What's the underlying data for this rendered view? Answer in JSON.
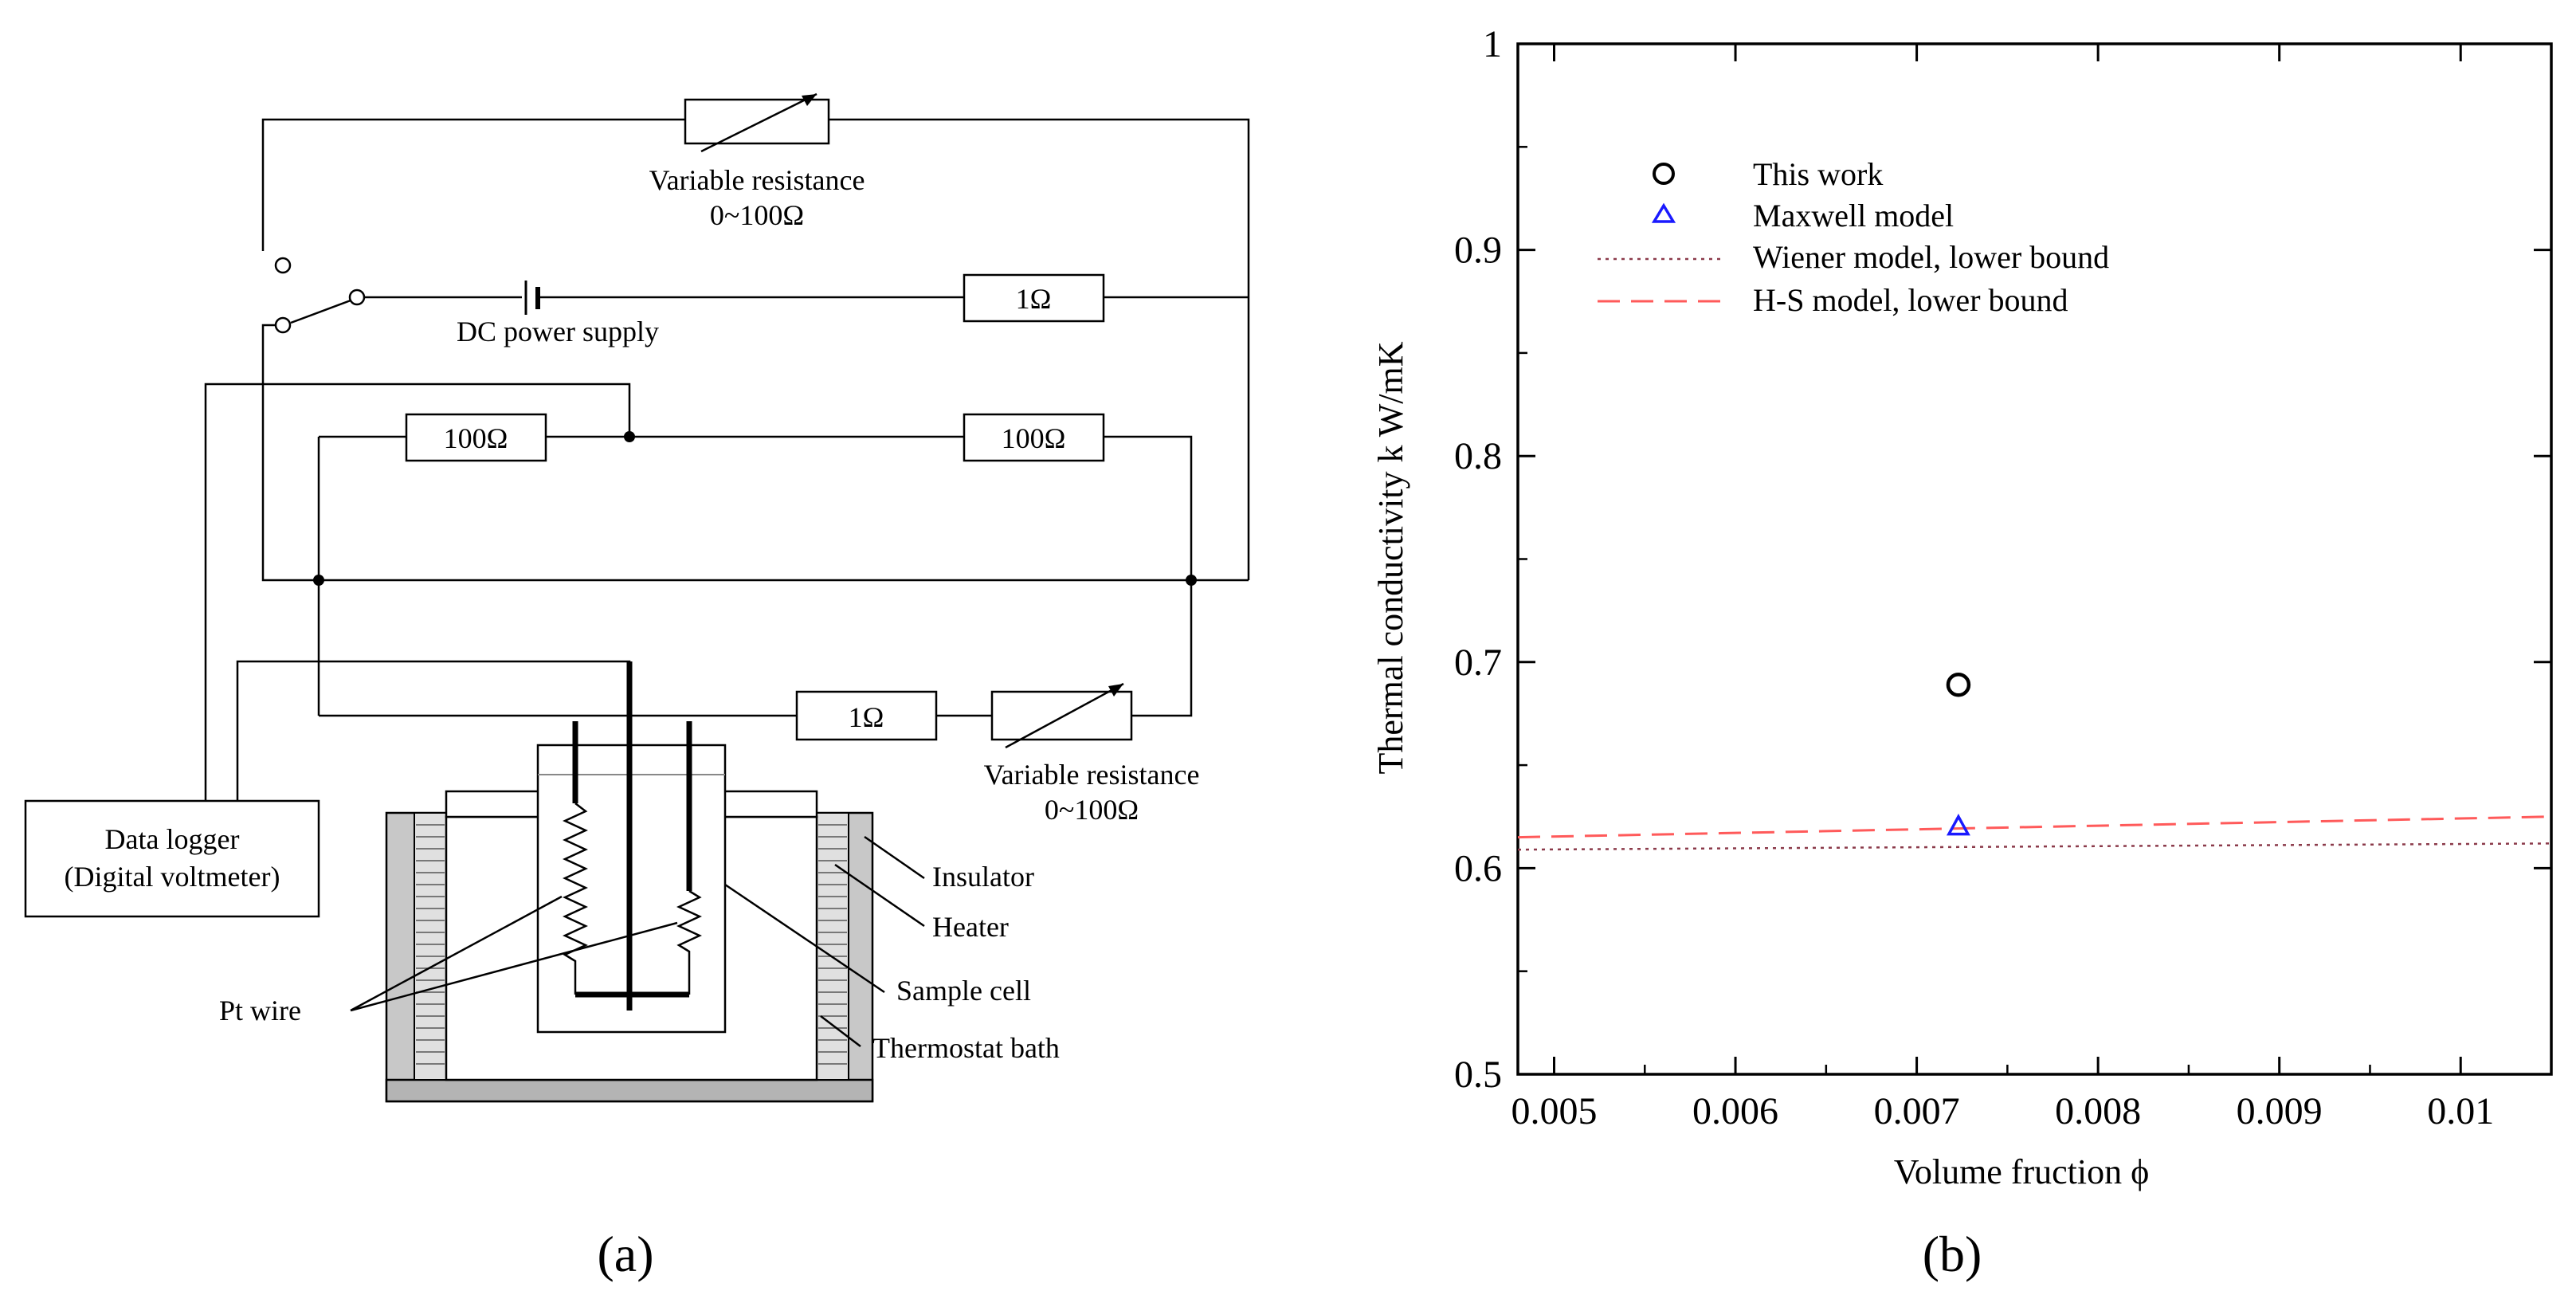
{
  "panels": {
    "a": "(a)",
    "b": "(b)"
  },
  "schematic": {
    "variable_resistance_top": "Variable resistance",
    "variable_resistance_top_range": "0~100Ω",
    "dc_power_supply": "DC power supply",
    "resistor_1ohm_top": "1Ω",
    "resistor_100ohm_left": "100Ω",
    "resistor_100ohm_right": "100Ω",
    "resistor_1ohm_bottom": "1Ω",
    "variable_resistance_bottom": "Variable resistance",
    "variable_resistance_bottom_range": "0~100Ω",
    "data_logger_line1": "Data logger",
    "data_logger_line2": "(Digital voltmeter)",
    "insulator": "Insulator",
    "heater": "Heater",
    "sample_cell": "Sample cell",
    "thermostat_bath": "Thermostat bath",
    "pt_wire": "Pt wire"
  },
  "chart_data": {
    "type": "scatter",
    "xlabel": "Volume fruction ϕ",
    "ylabel": "Thermal conductivity k W/mK",
    "xlim": [
      0.0048,
      0.0105
    ],
    "ylim": [
      0.5,
      1.0
    ],
    "x_ticks": [
      "0.005",
      "0.006",
      "0.007",
      "0.008",
      "0.009",
      "0.01"
    ],
    "x_tick_values": [
      0.005,
      0.006,
      0.007,
      0.008,
      0.009,
      0.01
    ],
    "y_ticks": [
      "0.5",
      "0.6",
      "0.7",
      "0.8",
      "0.9",
      "1"
    ],
    "y_tick_values": [
      0.5,
      0.6,
      0.7,
      0.8,
      0.9,
      1.0
    ],
    "grid": false,
    "legend_position": "top-left",
    "series": [
      {
        "name": "This work",
        "kind": "marker-circle",
        "color": "#000000",
        "x": [
          0.00723
        ],
        "y": [
          0.689
        ]
      },
      {
        "name": "Maxwell model",
        "kind": "marker-triangle",
        "color": "#1a1aff",
        "x": [
          0.00723
        ],
        "y": [
          0.62
        ]
      },
      {
        "name": "Wiener model, lower bound",
        "kind": "dotted-line",
        "color": "#8b3a4a",
        "x": [
          0.0048,
          0.0105
        ],
        "y": [
          0.609,
          0.612
        ]
      },
      {
        "name": "H-S model, lower bound",
        "kind": "dashed-line",
        "color": "#ff5a5a",
        "x": [
          0.0048,
          0.0105
        ],
        "y": [
          0.615,
          0.625
        ]
      }
    ]
  }
}
